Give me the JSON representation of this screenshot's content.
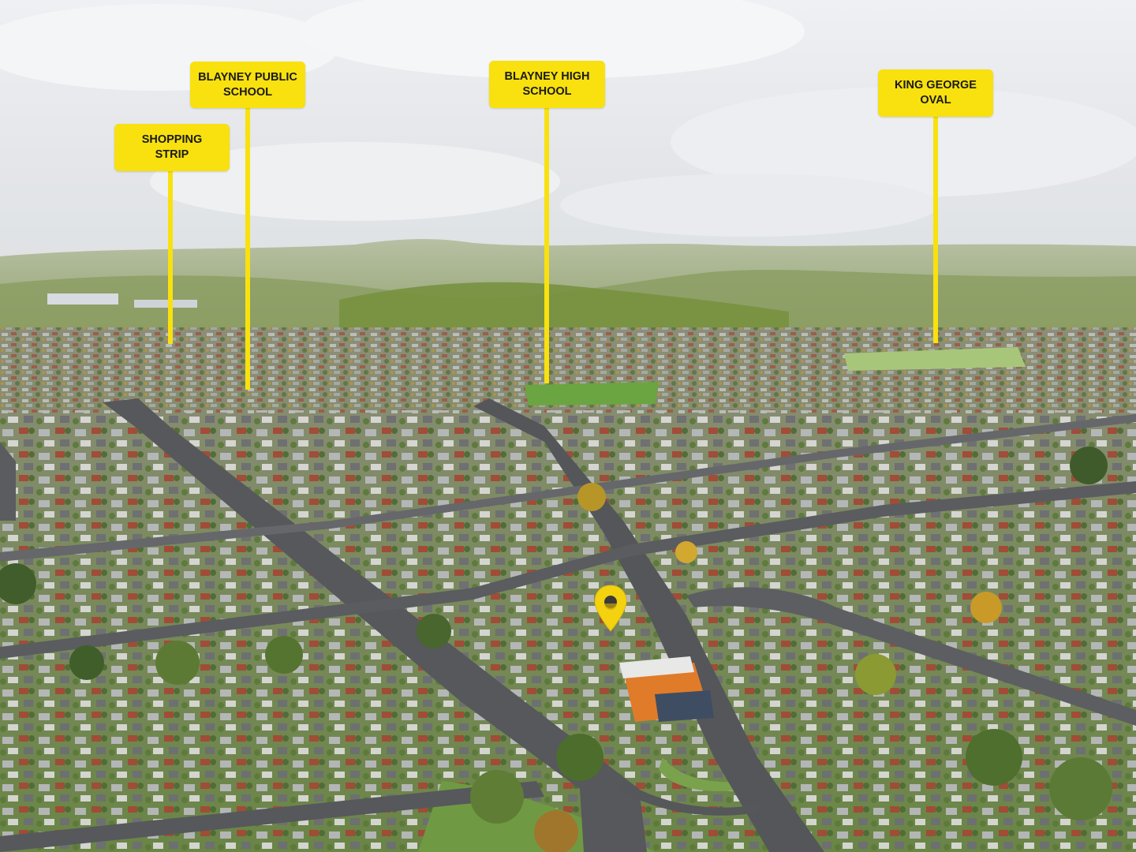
{
  "callouts": {
    "shopping_strip": "SHOPPING\nSTRIP",
    "blayney_public_school": "BLAYNEY PUBLIC\nSCHOOL",
    "blayney_high_school": "BLAYNEY HIGH\nSCHOOL",
    "king_george_oval": "KING GEORGE\nOVAL"
  },
  "colors": {
    "callout_yellow": "#f8e10e",
    "marker_yellow": "#f5d20f",
    "sky": "#e7e9ec",
    "grass": "#6f8f4a",
    "road": "#55575b"
  },
  "marker_icon": "map-pin-icon"
}
